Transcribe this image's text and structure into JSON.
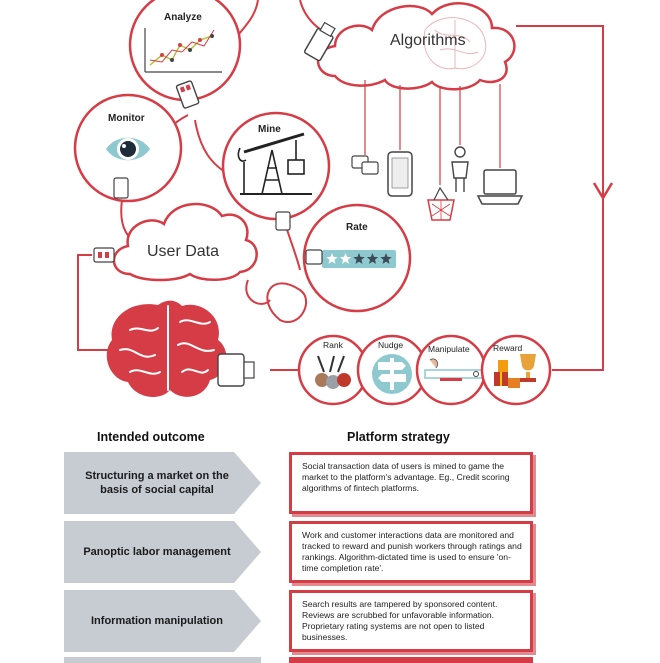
{
  "diagram": {
    "clouds": {
      "algorithms": "Algorithms",
      "user_data": "User Data"
    },
    "circles": {
      "analyze": "Analyze",
      "monitor": "Monitor",
      "mine": "Mine",
      "rate": "Rate",
      "rank": "Rank",
      "nudge": "Nudge",
      "manipulate": "Manipulate",
      "reward": "Reward"
    },
    "rating": {
      "filled_stars": 2,
      "total_stars": 5
    },
    "accent_color": "#d63c45",
    "icons": [
      "line-chart-icon",
      "eye-icon",
      "oil-pump-icon",
      "stars-icon",
      "medals-icon",
      "signpost-icon",
      "search-bar-icon",
      "trophy-gifts-icon",
      "brain-icon",
      "usb-plug-icon",
      "chat-bubbles-icon",
      "phone-icon",
      "person-icon",
      "basket-icon",
      "laptop-icon"
    ]
  },
  "table": {
    "headers": {
      "outcome": "Intended outcome",
      "strategy": "Platform strategy"
    },
    "rows": [
      {
        "outcome": "Structuring a market on the basis of social capital",
        "strategy": "Social transaction data of users is mined to game the market to the platform's advantage. Eg., Credit scoring algorithms of fintech platforms."
      },
      {
        "outcome": "Panoptic labor management",
        "strategy": "Work and customer interactions data are monitored and tracked to reward and punish workers through ratings and rankings. Algorithm-dictated time is used to ensure 'on-time completion rate'."
      },
      {
        "outcome": "Information manipulation",
        "strategy": "Search results are tampered by sponsored content. Reviews are scrubbed for unfavorable information. Proprietary rating systems are not open to listed businesses."
      }
    ]
  }
}
